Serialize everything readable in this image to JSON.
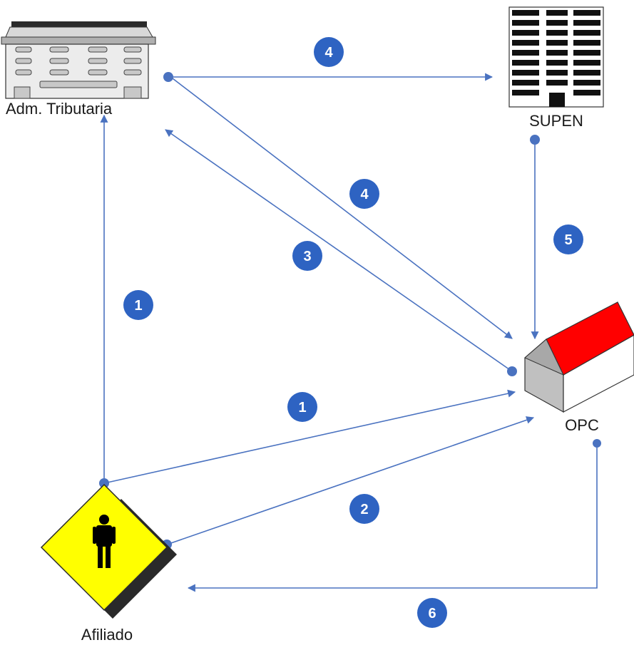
{
  "nodes": {
    "tax_admin": {
      "label": "Adm. Tributaria"
    },
    "supen": {
      "label": "SUPEN"
    },
    "opc": {
      "label": "OPC"
    },
    "afiliado": {
      "label": "Afiliado"
    }
  },
  "steps": {
    "s4_top": "4",
    "s4_diag": "4",
    "s3": "3",
    "s5": "5",
    "s1_left": "1",
    "s1_mid": "1",
    "s2": "2",
    "s6": "6"
  },
  "colors": {
    "edge": "#4a72c0",
    "badge": "#2e63c2",
    "afiliado_fill": "#ffff00",
    "opc_roof": "#ff0000"
  },
  "icons": {
    "tax_admin": "office-building-icon",
    "supen": "tower-building-icon",
    "opc": "house-icon",
    "afiliado": "person-icon"
  }
}
